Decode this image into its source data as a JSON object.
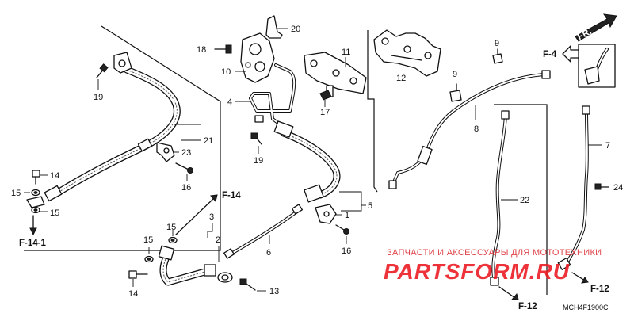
{
  "callouts": {
    "n1": "1",
    "n2": "2",
    "n3": "3",
    "n4": "4",
    "n5": "5",
    "n6": "6",
    "n7": "7",
    "n8": "8",
    "n9a": "9",
    "n9b": "9",
    "n10": "10",
    "n11": "11",
    "n12": "12",
    "n13": "13",
    "n14a": "14",
    "n14b": "14",
    "n15a": "15",
    "n15b": "15",
    "n15c": "15",
    "n15d": "15",
    "n16a": "16",
    "n16b": "16",
    "n17": "17",
    "n18": "18",
    "n19a": "19",
    "n19b": "19",
    "n20": "20",
    "n21": "21",
    "n22": "22",
    "n23": "23",
    "n24": "24"
  },
  "references": {
    "f14": "F-14",
    "f14_1": "F-14-1",
    "f4": "F-4",
    "f12a": "F-12",
    "f12b": "F-12",
    "fr": "FR."
  },
  "diagram_code": "MCH4F1900C",
  "watermark": {
    "line": "ЗАПЧАСТИ И АКСЕССУАРЫ ДЛЯ МОТОТЕХНИКИ",
    "logo": "PARTSFORM.RU",
    "color": "#ec1c24"
  },
  "icons": [
    "front-direction-arrow-icon",
    "reference-arrow-icon"
  ]
}
